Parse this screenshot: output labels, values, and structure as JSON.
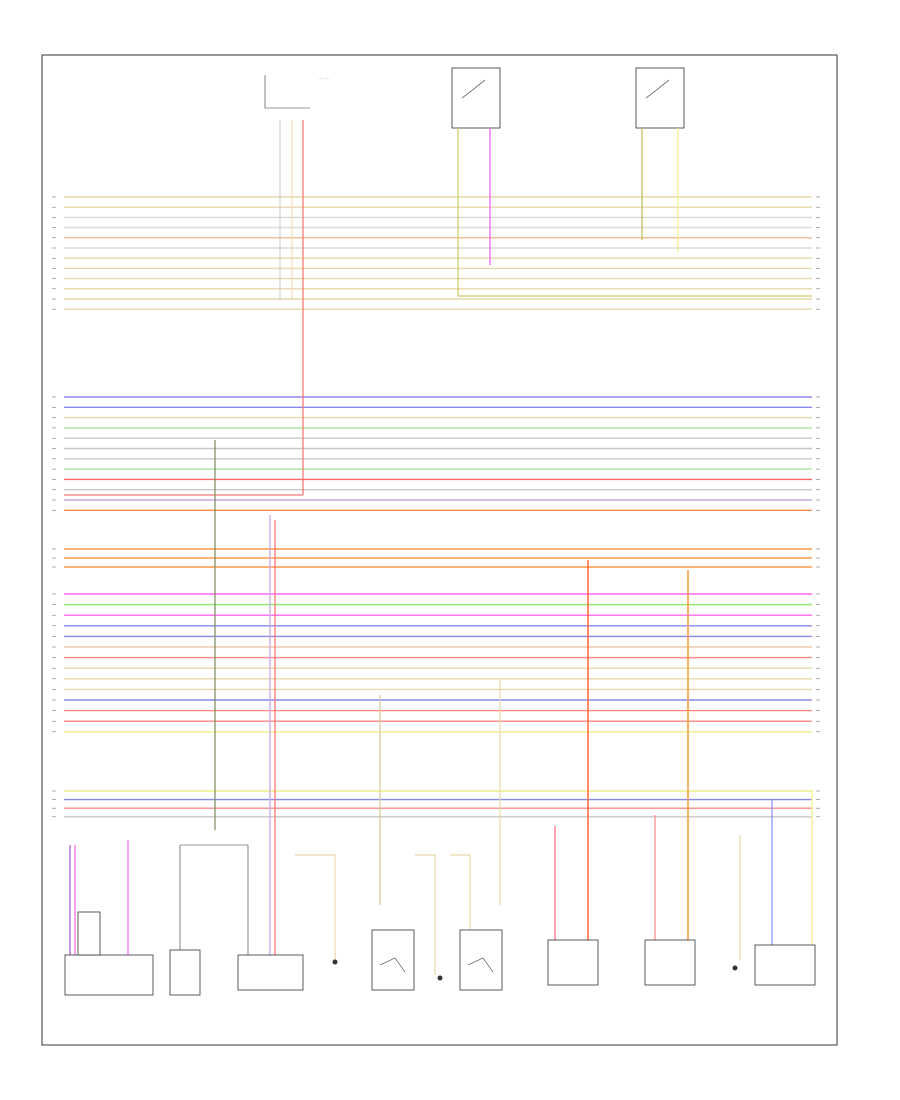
{
  "diagram": {
    "title": "",
    "footer_left": "",
    "footer_center": "",
    "note_1": "",
    "note_2": "",
    "bus_groups": [
      {
        "name": "group-1",
        "colors": [
          "#e8d8a8",
          "#e8d8a8",
          "#d8d8d8",
          "#d8d8d8",
          "#f0b890",
          "#d8d8d8",
          "#e8d8a8",
          "#e8d8a8",
          "#e8d8a8",
          "#e8d8a8",
          "#e8d8a8",
          "#e8d8a8"
        ]
      },
      {
        "name": "group-2",
        "colors": [
          "#8888ee",
          "#8888ee",
          "#e8d8a8",
          "#a8e898",
          "#c8c8c8",
          "#c8c8c8",
          "#c8c8c8",
          "#a8e898",
          "#ff6666",
          "#c8c8c8",
          "#c8a8e8",
          "#ff8844"
        ]
      },
      {
        "name": "group-3",
        "colors": [
          "#ff9944",
          "#ff9944",
          "#ff9944"
        ]
      },
      {
        "name": "group-4",
        "colors": [
          "#ff66ee",
          "#88ee66",
          "#ff66ee",
          "#8888ee",
          "#8888ee",
          "#f0c8a8",
          "#ff8888",
          "#e8d8a8",
          "#e8d8a8",
          "#e8d8a8",
          "#8888ee",
          "#ff8888",
          "#ff8888",
          "#eeee88"
        ]
      },
      {
        "name": "group-5",
        "colors": [
          "#eeee88",
          "#8888ee",
          "#ff8888",
          "#c8c8c8"
        ]
      }
    ],
    "components": [
      {
        "id": "module-1",
        "label": ""
      },
      {
        "id": "module-2",
        "label": ""
      },
      {
        "id": "module-3",
        "label": ""
      },
      {
        "id": "ground-1",
        "label": ""
      },
      {
        "id": "switch-1",
        "label": ""
      },
      {
        "id": "ground-2",
        "label": ""
      },
      {
        "id": "switch-2",
        "label": ""
      },
      {
        "id": "module-4",
        "label": ""
      },
      {
        "id": "module-5",
        "label": ""
      },
      {
        "id": "ground-3",
        "label": ""
      },
      {
        "id": "module-6",
        "label": ""
      }
    ]
  }
}
